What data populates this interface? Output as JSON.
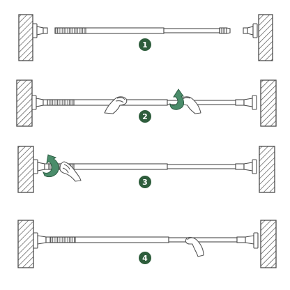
{
  "colors": {
    "background": "#ffffff",
    "badge": "#2e5d3c",
    "arrow": "#4a8c6a",
    "arrow_edge": "#2f5f45",
    "line": "#4a4a4a",
    "wall_fill": "#ffffff",
    "hatch": "#444444",
    "skin_fill": "#ffffff",
    "skin_line": "#555555"
  },
  "illustration": {
    "steps": [
      {
        "label": "1",
        "stage": "parts-separated",
        "icons": [
          "wall-icon",
          "end-cap-icon",
          "tension-rod-icon",
          "end-cap-icon",
          "wall-icon"
        ]
      },
      {
        "label": "2",
        "stage": "placed-between-walls-twist-to-extend",
        "icons": [
          "wall-icon",
          "tension-rod-icon",
          "hand-icon",
          "hand-icon",
          "rotate-arrow-icon",
          "wall-icon"
        ]
      },
      {
        "label": "3",
        "stage": "twist-at-end-to-tighten",
        "icons": [
          "wall-icon",
          "tension-rod-icon",
          "hand-icon",
          "rotate-arrow-icon",
          "wall-icon"
        ]
      },
      {
        "label": "4",
        "stage": "installed-hand-rests-on-rod",
        "icons": [
          "wall-icon",
          "tension-rod-icon",
          "hand-icon",
          "wall-icon"
        ]
      }
    ]
  }
}
